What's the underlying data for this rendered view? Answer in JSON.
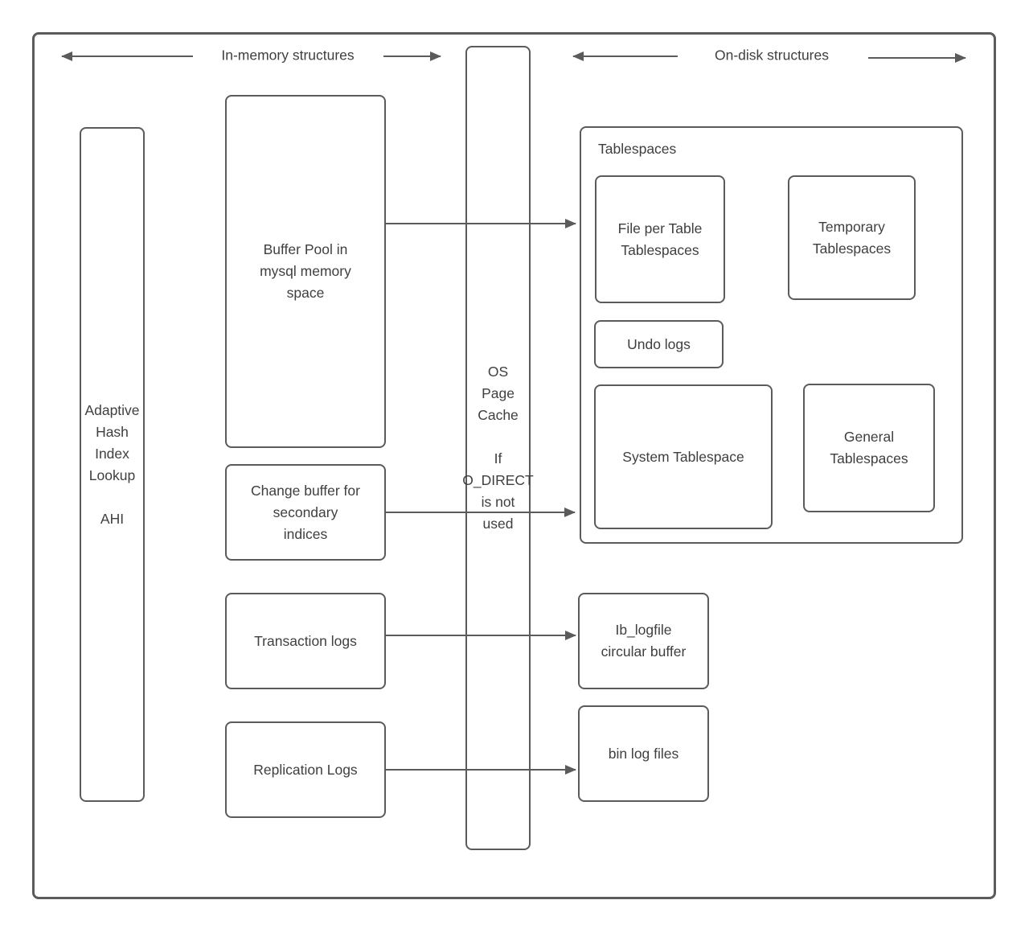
{
  "header": {
    "in_memory_label": "In-memory structures",
    "on_disk_label": "On-disk structures"
  },
  "boxes": {
    "adaptive_hash": "Adaptive\nHash\nIndex\nLookup\n\nAHI",
    "buffer_pool": "Buffer Pool in\nmysql memory\nspace",
    "change_buffer": "Change buffer for\nsecondary\nindices",
    "transaction_logs": "Transaction logs",
    "replication_logs": "Replication Logs",
    "os_page_cache": "OS\nPage\nCache\n\nIf\nO_DIRECT\nis not\nused",
    "tablespaces_label": "Tablespaces",
    "file_per_table": "File per Table\nTablespaces",
    "temporary_tablespaces": "Temporary\nTablespaces",
    "undo_logs": "Undo logs",
    "system_tablespace": "System Tablespace",
    "general_tablespaces": "General\nTablespaces",
    "ib_logfile": "Ib_logfile\ncircular buffer",
    "bin_log_files": "bin log files"
  },
  "colors": {
    "stroke": "#5b5b5b",
    "text": "#3f3f3f",
    "background": "#ffffff"
  }
}
